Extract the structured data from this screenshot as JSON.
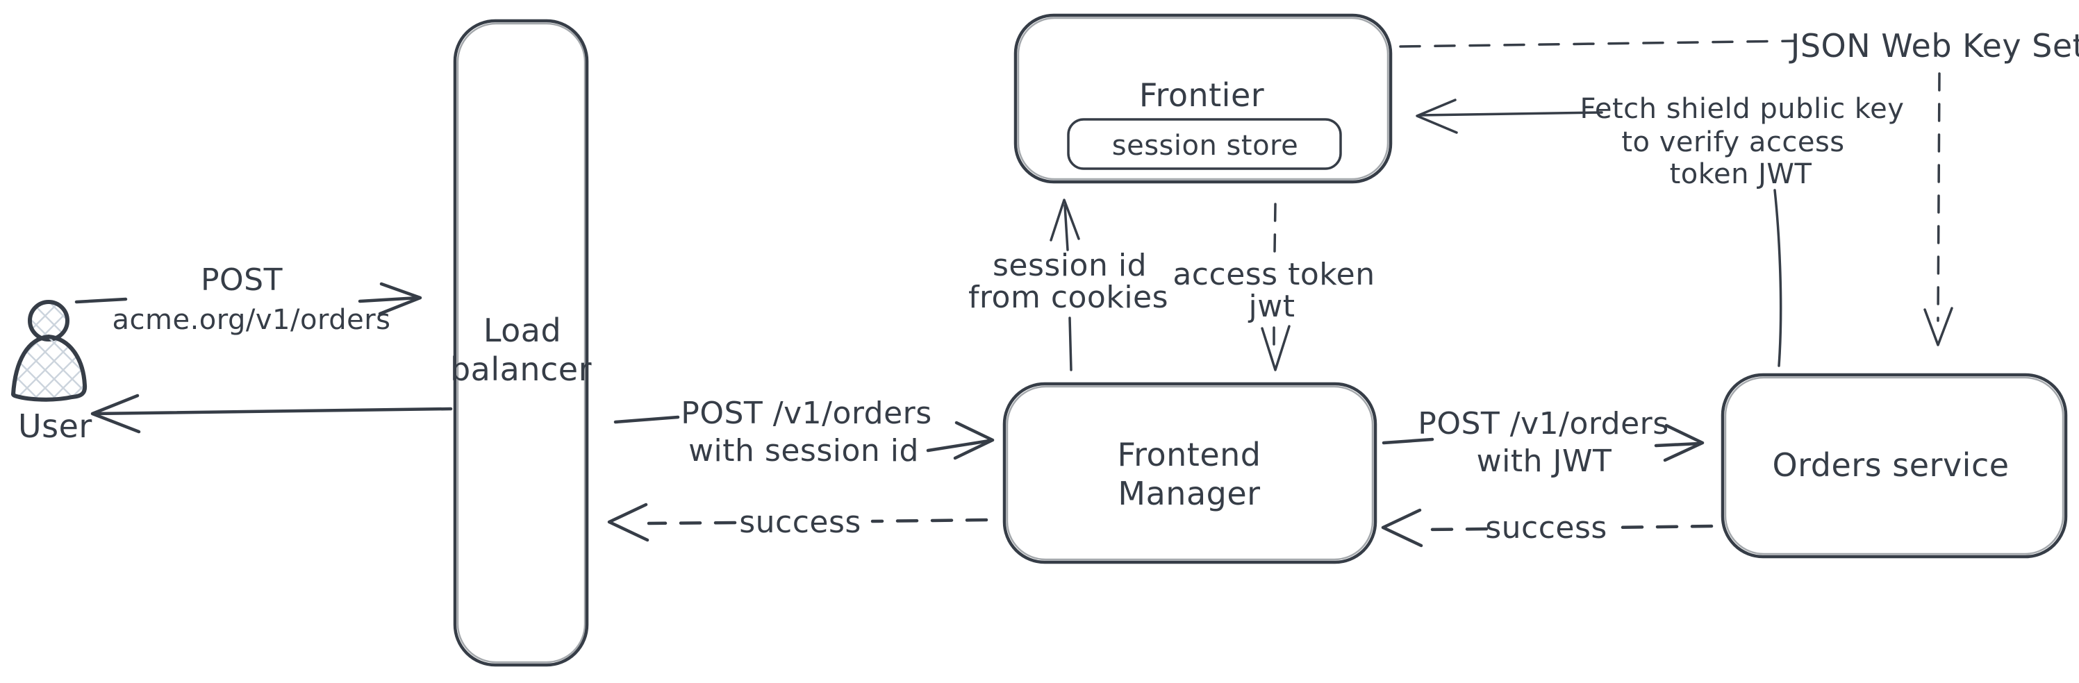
{
  "diagram": {
    "colors": {
      "background": "#ffffff",
      "stroke": "#363d47",
      "hatch": "#ccd4dd"
    },
    "nodes": {
      "user": {
        "label": "User"
      },
      "load_balancer": {
        "lines": [
          "Load",
          "balancer"
        ]
      },
      "frontier": {
        "label": "Frontier"
      },
      "session_store": {
        "label": "session store"
      },
      "frontend_manager": {
        "lines": [
          "Frontend",
          "Manager"
        ]
      },
      "orders_service": {
        "label": "Orders service"
      },
      "json_web_key_set": {
        "label": "JSON Web Key Set"
      }
    },
    "edges": {
      "user_to_load_balancer": {
        "style": "solid",
        "lines": [
          "POST",
          "acme.org/v1/orders"
        ]
      },
      "load_balancer_to_user": {
        "style": "solid"
      },
      "load_balancer_to_frontend_manager": {
        "style": "solid",
        "lines": [
          "POST /v1/orders",
          "with session id"
        ]
      },
      "frontend_manager_to_load_balancer": {
        "style": "dashed",
        "label": "success"
      },
      "frontend_manager_to_frontier": {
        "style": "solid",
        "lines": [
          "session id",
          "from cookies"
        ]
      },
      "frontier_to_frontend_manager": {
        "style": "dashed",
        "lines": [
          "access token",
          "jwt"
        ]
      },
      "frontend_manager_to_orders_service": {
        "style": "solid",
        "lines": [
          "POST /v1/orders",
          "with JWT"
        ]
      },
      "orders_service_to_frontend_manager": {
        "style": "dashed",
        "label": "success"
      },
      "orders_service_to_frontier": {
        "style": "solid",
        "lines": [
          "Fetch shield public key",
          "to verify access",
          "token JWT"
        ]
      },
      "frontier_to_json_web_key_set": {
        "style": "dashed"
      },
      "json_web_key_set_to_orders_service": {
        "style": "dashed"
      }
    }
  }
}
